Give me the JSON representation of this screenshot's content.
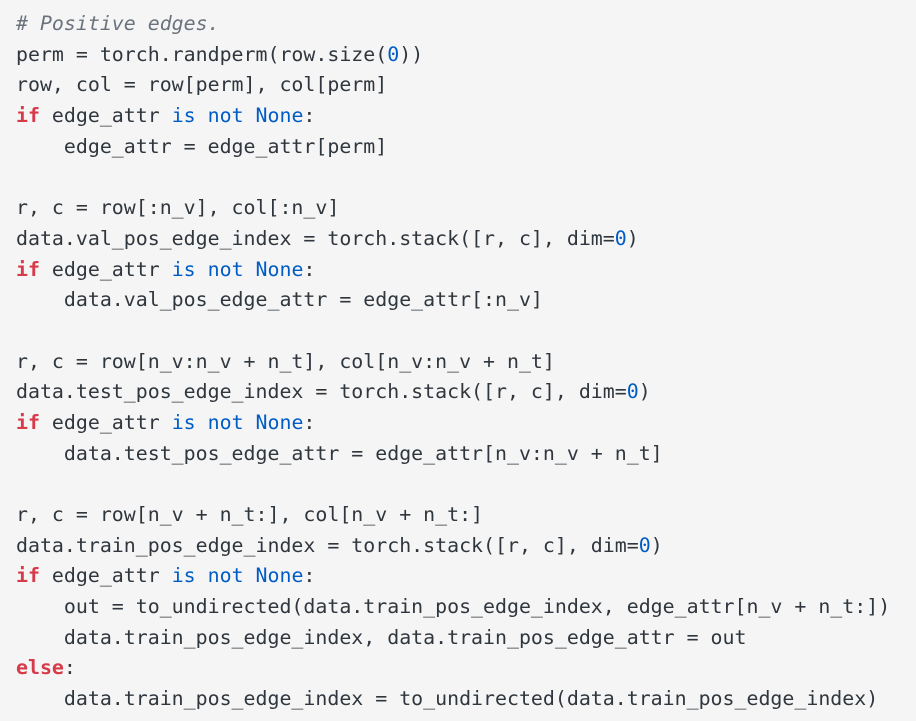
{
  "code_block": {
    "language": "python",
    "lines": [
      [
        [
          "comment",
          "# Positive edges."
        ]
      ],
      [
        [
          "plain",
          "perm = torch.randperm(row.size("
        ],
        [
          "num",
          "0"
        ],
        [
          "plain",
          "))"
        ]
      ],
      [
        [
          "plain",
          "row, col = row[perm], col[perm]"
        ]
      ],
      [
        [
          "kw",
          "if"
        ],
        [
          "plain",
          " edge_attr "
        ],
        [
          "const",
          "is not None"
        ],
        [
          "plain",
          ":"
        ]
      ],
      [
        [
          "plain",
          "    edge_attr = edge_attr[perm]"
        ]
      ],
      [],
      [
        [
          "plain",
          "r, c = row[:n_v], col[:n_v]"
        ]
      ],
      [
        [
          "plain",
          "data.val_pos_edge_index = torch.stack([r, c], dim="
        ],
        [
          "num",
          "0"
        ],
        [
          "plain",
          ")"
        ]
      ],
      [
        [
          "kw",
          "if"
        ],
        [
          "plain",
          " edge_attr "
        ],
        [
          "const",
          "is not None"
        ],
        [
          "plain",
          ":"
        ]
      ],
      [
        [
          "plain",
          "    data.val_pos_edge_attr = edge_attr[:n_v]"
        ]
      ],
      [],
      [
        [
          "plain",
          "r, c = row[n_v:n_v + n_t], col[n_v:n_v + n_t]"
        ]
      ],
      [
        [
          "plain",
          "data.test_pos_edge_index = torch.stack([r, c], dim="
        ],
        [
          "num",
          "0"
        ],
        [
          "plain",
          ")"
        ]
      ],
      [
        [
          "kw",
          "if"
        ],
        [
          "plain",
          " edge_attr "
        ],
        [
          "const",
          "is not None"
        ],
        [
          "plain",
          ":"
        ]
      ],
      [
        [
          "plain",
          "    data.test_pos_edge_attr = edge_attr[n_v:n_v + n_t]"
        ]
      ],
      [],
      [
        [
          "plain",
          "r, c = row[n_v + n_t:], col[n_v + n_t:]"
        ]
      ],
      [
        [
          "plain",
          "data.train_pos_edge_index = torch.stack([r, c], dim="
        ],
        [
          "num",
          "0"
        ],
        [
          "plain",
          ")"
        ]
      ],
      [
        [
          "kw",
          "if"
        ],
        [
          "plain",
          " edge_attr "
        ],
        [
          "const",
          "is not None"
        ],
        [
          "plain",
          ":"
        ]
      ],
      [
        [
          "plain",
          "    out = to_undirected(data.train_pos_edge_index, edge_attr[n_v + n_t:])"
        ]
      ],
      [
        [
          "plain",
          "    data.train_pos_edge_index, data.train_pos_edge_attr = out"
        ]
      ],
      [
        [
          "kw",
          "else"
        ],
        [
          "plain",
          ":"
        ]
      ],
      [
        [
          "plain",
          "    data.train_pos_edge_index = to_undirected(data.train_pos_edge_index)"
        ]
      ]
    ]
  }
}
